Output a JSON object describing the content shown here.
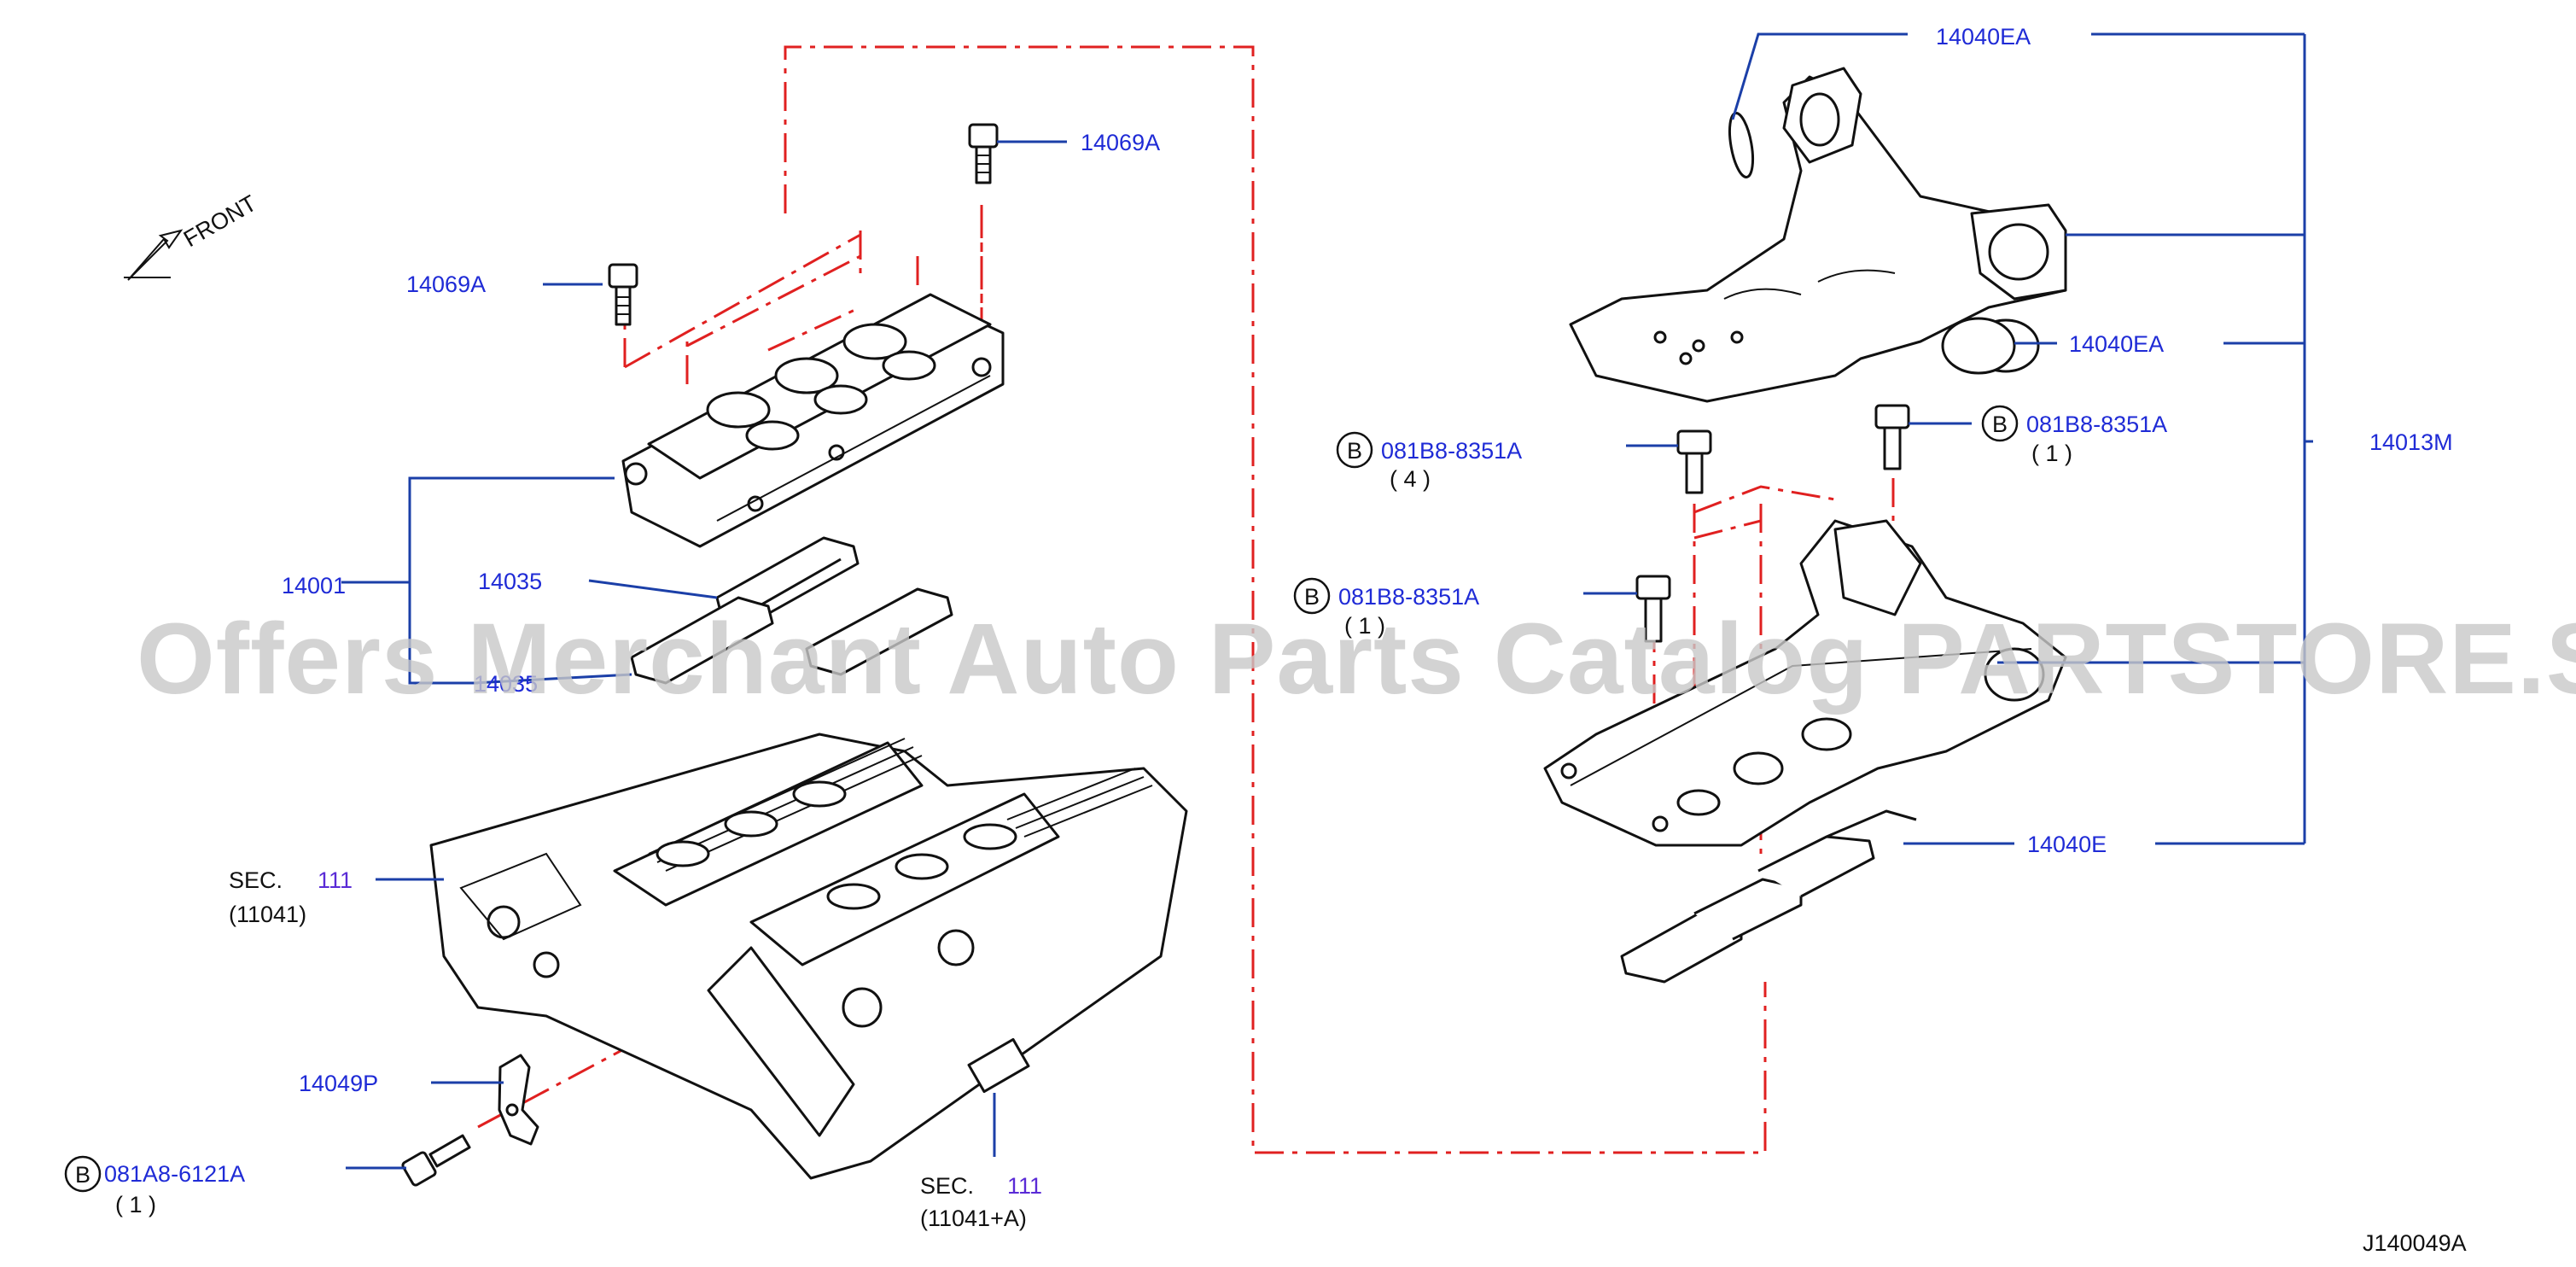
{
  "labels": {
    "p14069A_top": "14069A",
    "p14069A_left": "14069A",
    "p14001": "14001",
    "p14035": "14035",
    "p14035_lower": "14035",
    "sec111_a_prefix": "SEC.",
    "sec111_a_num": "111",
    "sec111_a_sub": "(11041)",
    "sec111_b_prefix": "SEC.",
    "sec111_b_num": "111",
    "sec111_b_sub": "(11041+A)",
    "p14049P": "14049P",
    "bolt_081A8": "081A8-6121A",
    "bolt_081A8_qty": "( 1 )",
    "p14040EA_top": "14040EA",
    "p14040EA_mid": "14040EA",
    "p14013M": "14013M",
    "bolt_081B8_left": "081B8-8351A",
    "bolt_081B8_left_qty": "( 4 )",
    "bolt_081B8_right": "081B8-8351A",
    "bolt_081B8_right_qty": "( 1 )",
    "bolt_081B8_mid": "081B8-8351A",
    "bolt_081B8_mid_qty": "( 1 )",
    "p14040E": "14040E",
    "front": "FRONT",
    "bolt_marker": "B",
    "diagram_id": "J140049A"
  },
  "watermark": "Offers Merchant Auto Parts Catalog PARTSTORE.SA",
  "colors": {
    "label": "#1f2bd6",
    "section_number": "#5a2bd6",
    "leader": "#1b3fa8",
    "phantom_line": "#e02020",
    "outline": "#111111",
    "watermark": "#c9c9c9"
  }
}
